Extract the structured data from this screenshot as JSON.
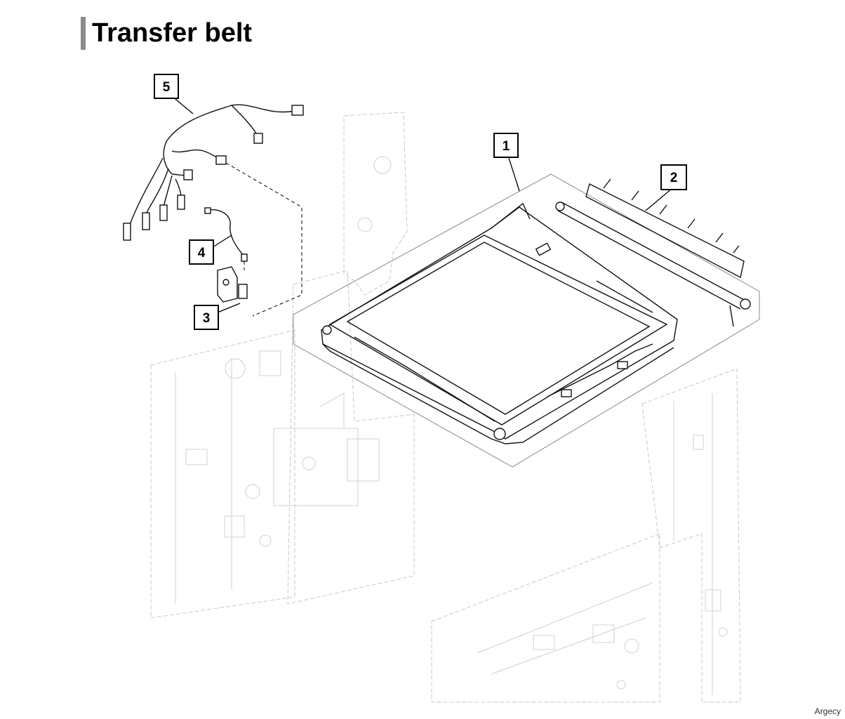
{
  "page": {
    "title": "Transfer belt",
    "watermark": "Argecy"
  },
  "callouts": [
    {
      "id": "1",
      "label": "1",
      "part": "transfer-module"
    },
    {
      "id": "2",
      "label": "2",
      "part": "cover-guide"
    },
    {
      "id": "3",
      "label": "3",
      "part": "sensor"
    },
    {
      "id": "4",
      "label": "4",
      "part": "sensor-cable"
    },
    {
      "id": "5",
      "label": "5",
      "part": "wiring-harness"
    }
  ],
  "colors": {
    "title_bar": "#8c8c8c",
    "ghost_frame": "#c8c8c8",
    "part_line": "#111111"
  }
}
